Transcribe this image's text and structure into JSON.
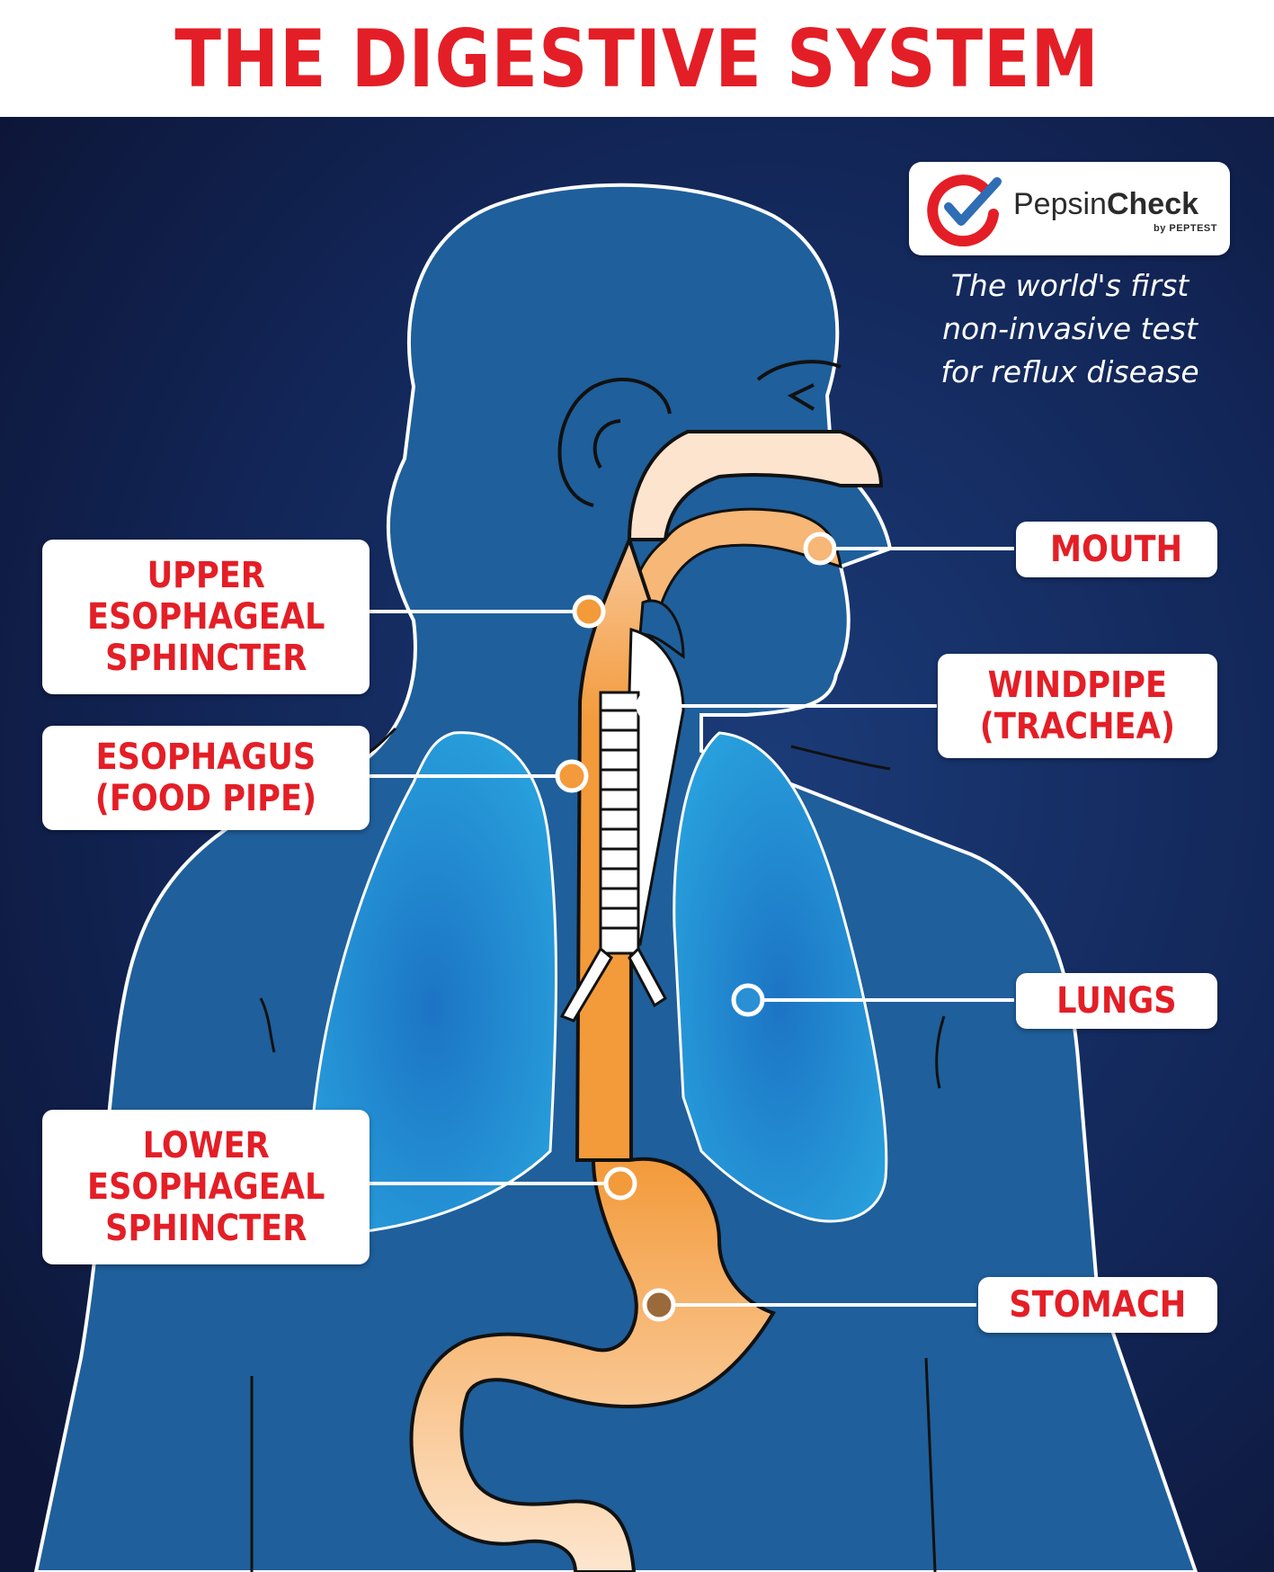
{
  "title": "THE DIGESTIVE SYSTEM",
  "logo": {
    "name_light": "Pepsin",
    "name_bold": "Check",
    "sub": "by PEPTEST",
    "icon": "check-circle-icon",
    "colors": {
      "ring": "#e41e26",
      "check": "#2f6db5"
    }
  },
  "tagline": "The world's first\nnon-invasive test\nfor reflux disease",
  "labels": {
    "upper_sphincter": "UPPER\nESOPHAGEAL\nSPHINCTER",
    "esophagus": "ESOPHAGUS\n(FOOD PIPE)",
    "lower_sphincter": "LOWER\nESOPHAGEAL\nSPHINCTER",
    "mouth": "MOUTH",
    "windpipe": "WINDPIPE\n(TRACHEA)",
    "lungs": "LUNGS",
    "stomach": "STOMACH"
  },
  "colors": {
    "label_text": "#e41e26",
    "background": "#101a44",
    "body": "#1f5f9b",
    "lungs": "#28a0dc",
    "digestive": "#f39a3a",
    "outline": "#ffffff"
  }
}
